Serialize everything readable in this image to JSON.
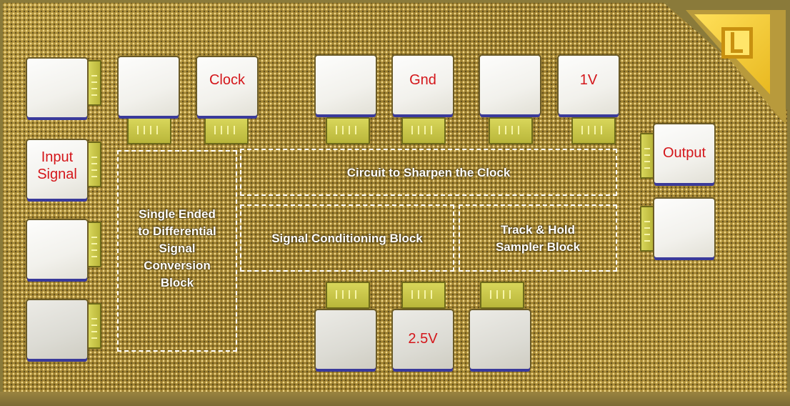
{
  "pads": {
    "clock": "Clock",
    "gnd": "Gnd",
    "v1": "1V",
    "input_signal": "Input\nSignal",
    "output": "Output",
    "v2_5": "2.5V"
  },
  "blocks": {
    "clock_sharpener": "Circuit to Sharpen the Clock",
    "single_to_diff": "Single Ended\nto Differential\nSignal\nConversion\nBlock",
    "signal_conditioning": "Signal Conditioning Block",
    "track_hold": "Track & Hold\nSampler Block"
  },
  "colors": {
    "pad_label": "#d4161a",
    "block_label": "#ffffff",
    "die_gold": "#a88a36"
  }
}
